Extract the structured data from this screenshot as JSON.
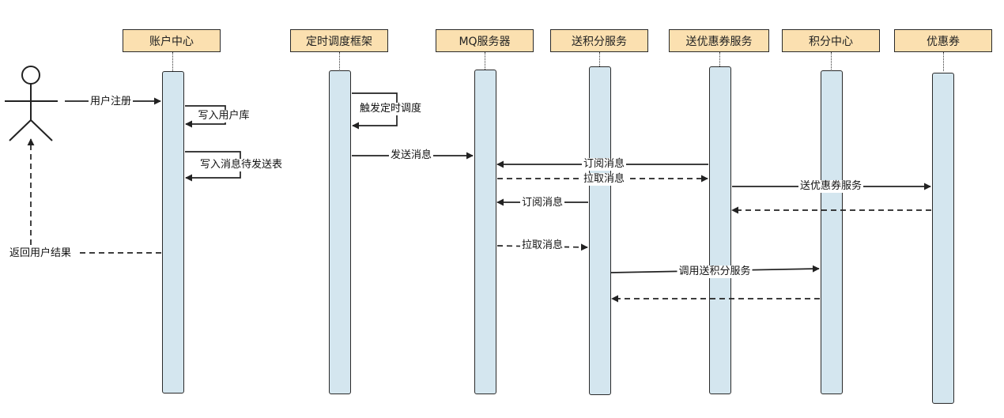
{
  "participants": {
    "account": "账户中心",
    "scheduler": "定时调度框架",
    "mq": "MQ服务器",
    "points_svc": "送积分服务",
    "coupon_svc": "送优惠券服务",
    "points_center": "积分中心",
    "coupon": "优惠券"
  },
  "messages": {
    "user_register": "用户注册",
    "write_user_db": "写入用户库",
    "write_msg_table": "写入消息待发送表",
    "trigger_schedule": "触发定时调度",
    "send_message": "发送消息",
    "subscribe_1": "订阅消息",
    "pull_1": "拉取消息",
    "send_coupon": "送优惠券服务",
    "subscribe_2": "订阅消息",
    "pull_2": "拉取消息",
    "call_points": "调用送积分服务",
    "return_result": "返回用户结果"
  }
}
